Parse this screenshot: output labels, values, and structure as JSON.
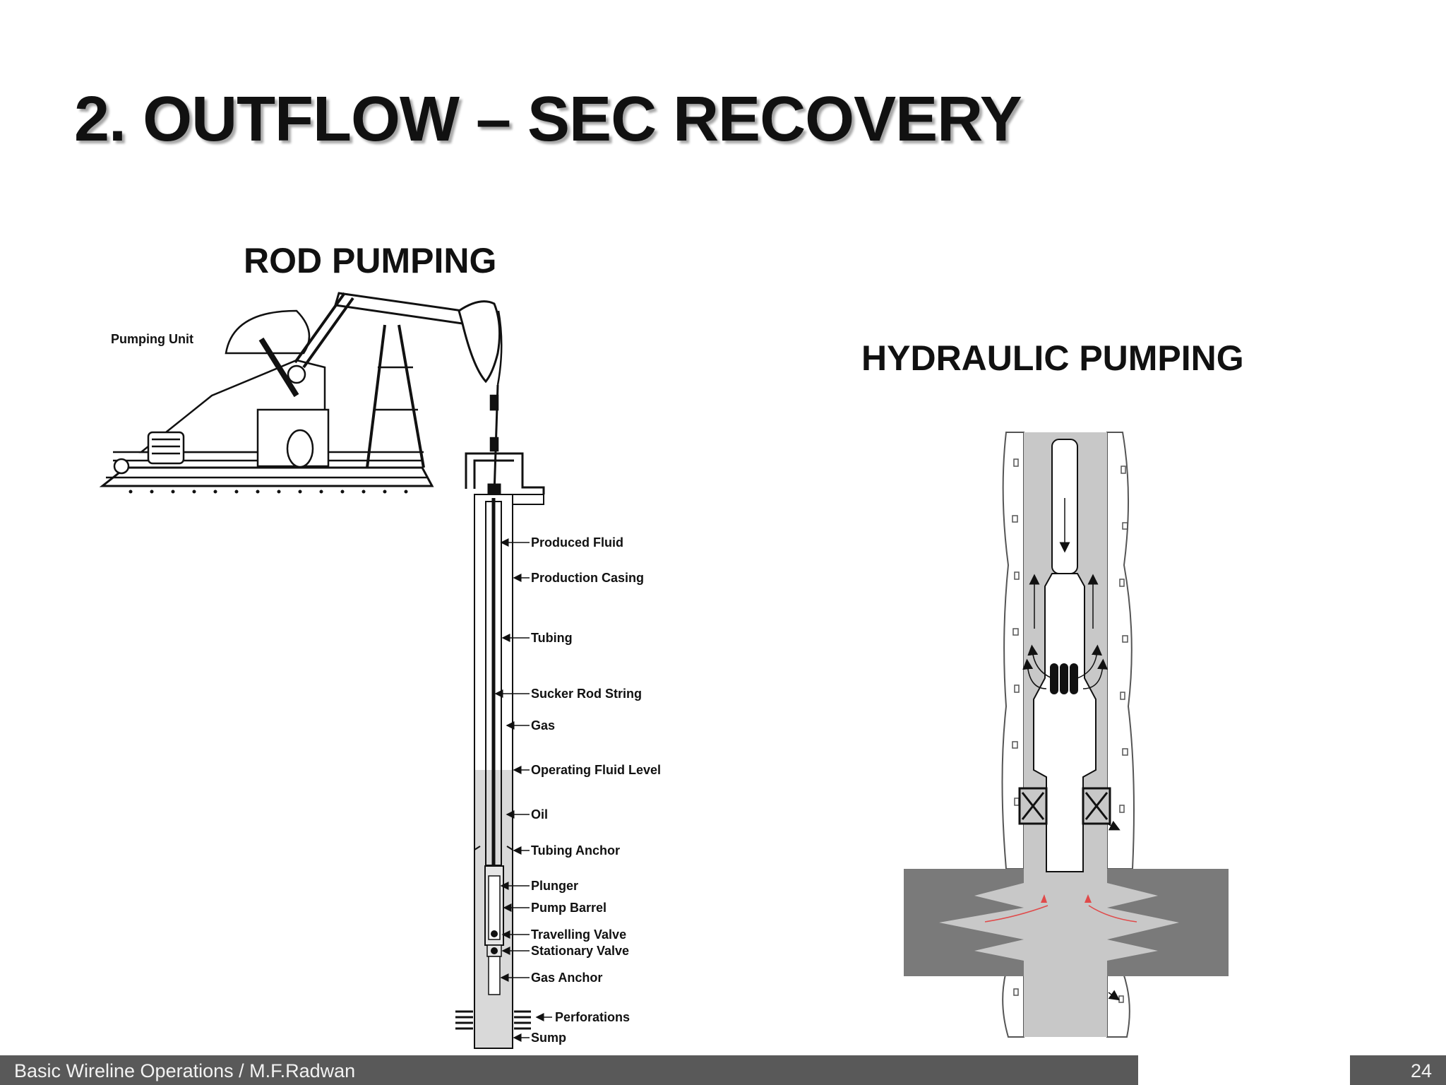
{
  "slide": {
    "title": "2. OUTFLOW – SEC RECOVERY"
  },
  "rod_pumping": {
    "title": "ROD PUMPING",
    "pumping_unit_label": "Pumping Unit",
    "labels": {
      "produced_fluid": "Produced Fluid",
      "production_casing": "Production Casing",
      "tubing": "Tubing",
      "sucker_rod_string": "Sucker Rod String",
      "gas": "Gas",
      "operating_fluid_level": "Operating Fluid Level",
      "oil": "Oil",
      "tubing_anchor": "Tubing Anchor",
      "plunger": "Plunger",
      "pump_barrel": "Pump Barrel",
      "travelling_valve": "Travelling Valve",
      "stationary_valve": "Stationary Valve",
      "gas_anchor": "Gas Anchor",
      "perforations": "Perforations",
      "sump": "Sump"
    }
  },
  "hydraulic_pumping": {
    "title": "HYDRAULIC PUMPING"
  },
  "footer": {
    "text": "Basic Wireline Operations / M.F.Radwan",
    "page_number": "24"
  },
  "colors": {
    "footer_bg": "#595959",
    "formation_gray": "#7a7a7a",
    "annulus_gray": "#c8c8c8",
    "flow_arrow_red": "#e04a4a"
  }
}
